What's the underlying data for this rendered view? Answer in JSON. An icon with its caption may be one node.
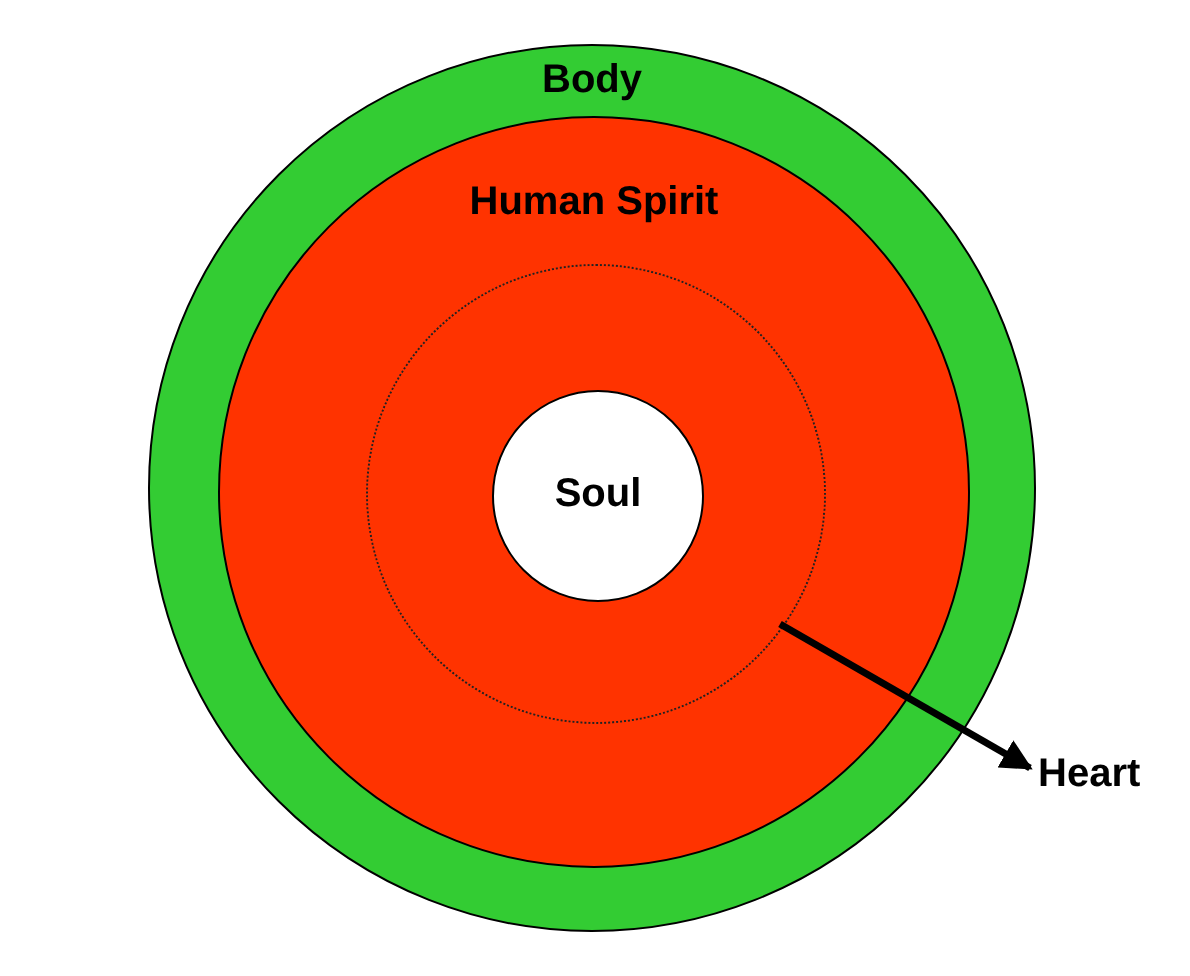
{
  "diagram": {
    "nodes": [
      {
        "text": [
          "Body"
        ]
      },
      {
        "text": [
          "Human Spirit"
        ],
        "in": 0
      },
      {
        "text": [],
        "shape": "circle",
        "in": 1
      },
      {
        "text": [
          "Soul"
        ],
        "in": 2
      },
      {
        "text": [
          "Heart"
        ]
      }
    ],
    "edges": [
      {
        "from": 2,
        "to": 4,
        "arrow": "to"
      }
    ]
  }
}
